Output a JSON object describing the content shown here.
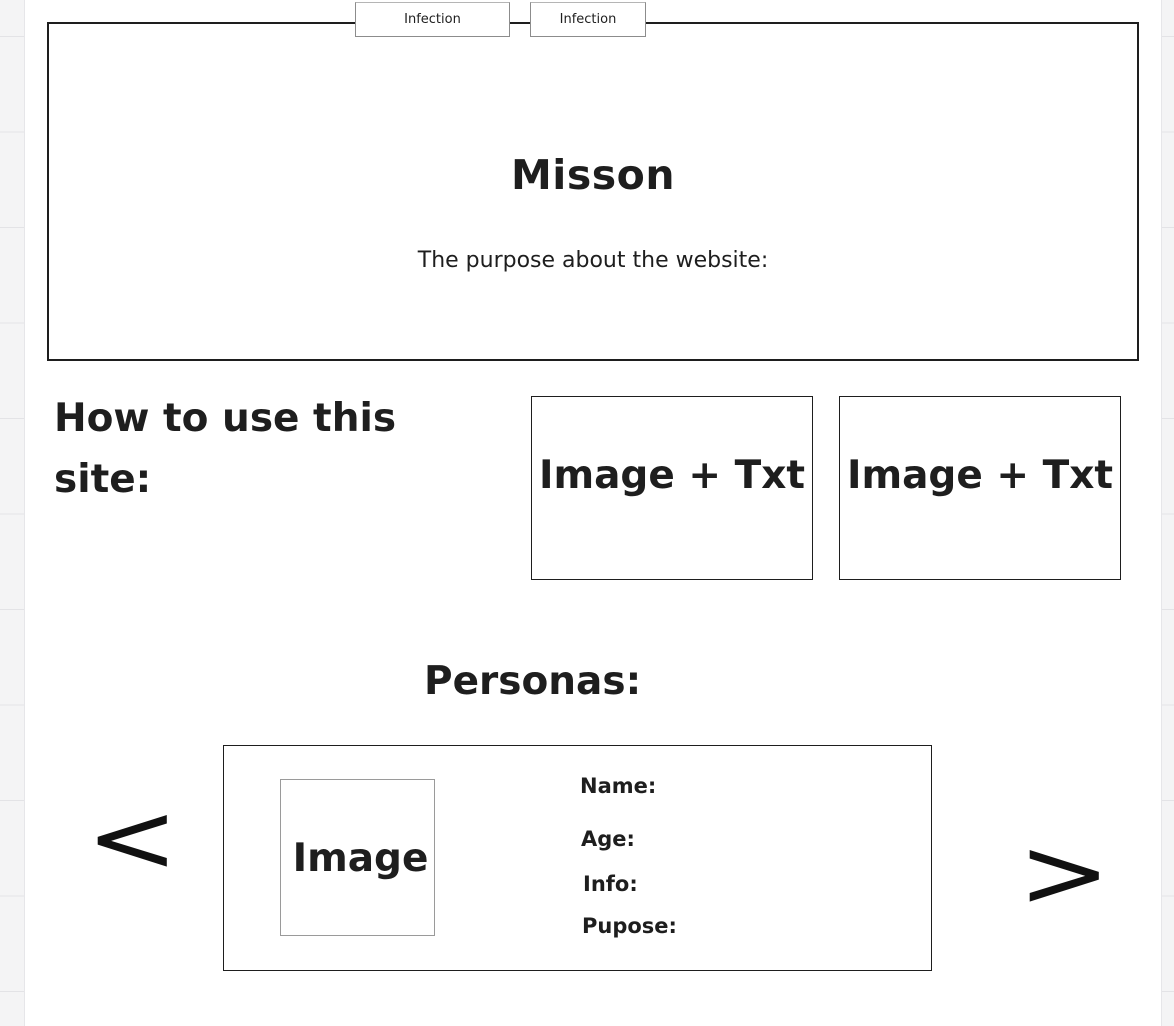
{
  "nav": {
    "tabs": [
      {
        "label": "Infection"
      },
      {
        "label": "Infection"
      }
    ]
  },
  "mission": {
    "title": "Misson",
    "subtitle": "The purpose about the website:"
  },
  "howto": {
    "title_line1": "How to use this",
    "title_line2": "site:",
    "cards": [
      {
        "label": "Image + Txt"
      },
      {
        "label": "Image + Txt"
      }
    ]
  },
  "personas": {
    "title": "Personas:",
    "image_label": "Image",
    "fields": {
      "name": "Name:",
      "age": "Age:",
      "info": "Info:",
      "purpose": "Pupose:"
    },
    "prev_symbol": "<",
    "next_symbol": ">"
  }
}
